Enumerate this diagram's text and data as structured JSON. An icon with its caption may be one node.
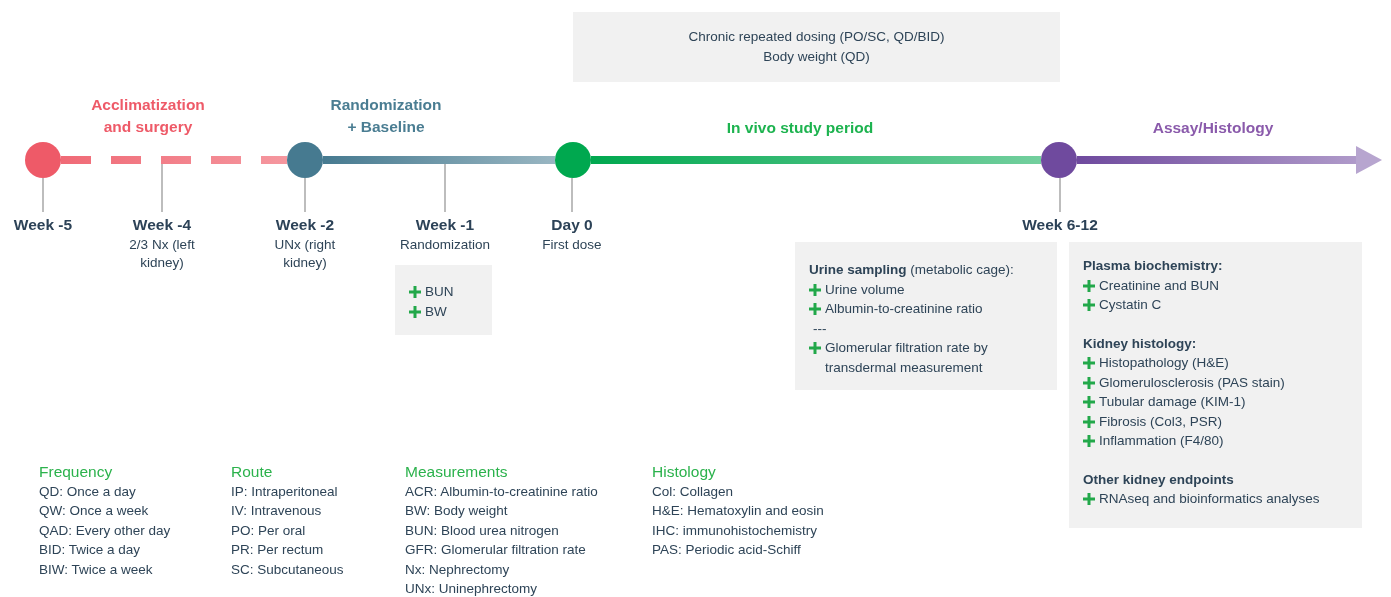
{
  "diagram": {
    "nodes": [
      {
        "text": [
          "Chronic repeated dosing (PO/SC, QD/BID)",
          "Body weight (QD)"
        ]
      },
      {
        "text": [],
        "shape": "circle"
      },
      {
        "text": [],
        "shape": "circle"
      },
      {
        "text": [],
        "shape": "circle"
      },
      {
        "text": [],
        "shape": "circle"
      },
      {
        "text": [
          "Week -5"
        ]
      },
      {
        "text": [
          "Week -4",
          "2/3 Nx (left kidney)"
        ]
      },
      {
        "text": [
          "Week -2",
          "UNx (right kidney)"
        ]
      },
      {
        "text": [
          "Week -1",
          "Randomization"
        ]
      },
      {
        "text": [
          "Day 0",
          "First dose"
        ]
      },
      {
        "text": [
          "Week 6-12"
        ]
      },
      {
        "text": [
          "BUN",
          "BW"
        ]
      },
      {
        "text": [],
        "shape": "box"
      },
      {
        "text": [
          "**Urine sampling** (metabolic cage):",
          "Urine volume",
          "Albumin-to-creatinine ratio"
        ],
        "in": 12
      },
      {
        "text": [
          "---",
          "Glomerular filtration rate by transdermal measurement"
        ],
        "in": 12
      },
      {
        "text": [],
        "shape": "box"
      },
      {
        "text": [
          "Plasma biochemistry:",
          "Creatinine and BUN",
          "Cystatin C"
        ],
        "in": 15
      },
      {
        "text": [
          "Kidney histology:",
          "Histopathology (H&E)",
          "Glomerulosclerosis (PAS stain)",
          "Tubular damage (KIM-1)",
          "Fibrosis (Col3, PSR)",
          "Inflammation (F4/80)"
        ],
        "in": 15
      },
      {
        "text": [
          "Other kidney endpoints",
          "RNAseq and bioinformatics analyses"
        ],
        "in": 15
      }
    ],
    "edges": [
      {
        "from": 1,
        "to": 2,
        "arrow": "none",
        "style": "dashed",
        "color": "#f06a76"
      },
      {
        "from": 2,
        "to": 3,
        "arrow": "none",
        "style": "thick",
        "color": "#467a90"
      },
      {
        "from": 3,
        "to": 4,
        "arrow": "none",
        "style": "thick",
        "color": "#00a84f"
      },
      {
        "from": 4,
        "to": null,
        "arrow": "to",
        "style": "thick",
        "color": "#6f4a9e"
      },
      {
        "from": 1,
        "to": 5,
        "arrow": "none"
      },
      {
        "from": null,
        "to": 6,
        "arrow": "none"
      },
      {
        "from": 2,
        "to": 7,
        "arrow": "none"
      },
      {
        "from": null,
        "to": 8,
        "arrow": "none"
      },
      {
        "from": 3,
        "to": 9,
        "arrow": "none"
      },
      {
        "from": 4,
        "to": 10,
        "arrow": "none"
      }
    ],
    "labels": [
      "Acclimatization and surgery",
      "Randomization + Baseline",
      "In vivo study period",
      "Assay/Histology",
      "Frequency",
      "QD: Once a day",
      "QW: Once a week",
      "QAD: Every other day",
      "BID: Twice a day",
      "BIW: Twice a week",
      "Route",
      "IP: Intraperitoneal",
      "IV: Intravenous",
      "PO: Per oral",
      "PR: Per rectum",
      "SC: Subcutaneous",
      "Measurements",
      "ACR: Albumin-to-creatinine ratio",
      "BW: Body weight",
      "BUN: Blood urea nitrogen",
      "GFR: Glomerular filtration rate",
      "Nx: Nephrectomy",
      "UNx: Uninephrectomy",
      "Histology",
      "Col: Collagen",
      "H&E: Hematoxylin and eosin",
      "IHC: immunohistochemistry",
      "PAS: Periodic acid-Schiff"
    ]
  }
}
